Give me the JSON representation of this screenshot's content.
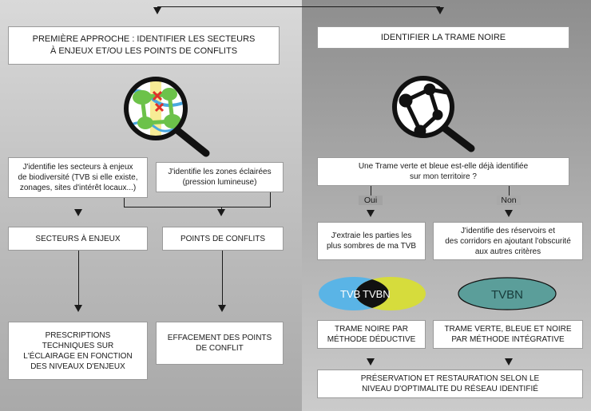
{
  "left": {
    "top_box": "PREMIÈRE APPROCHE : IDENTIFIER LES SECTEURS\nÀ ENJEUX ET/OU LES POINTS DE CONFLITS",
    "box_biodiversity": "J'identifie les secteurs à enjeux\nde biodiversité (TVB si elle existe,\nzonages, sites d'intérêt locaux...)",
    "box_lit_zones": "J'identifie les zones éclairées\n(pression lumineuse)",
    "box_sectors": "SECTEURS À ENJEUX",
    "box_conflict_points": "POINTS DE CONFLITS",
    "box_prescriptions": "PRESCRIPTIONS\nTECHNIQUES SUR\nL'ÉCLAIRAGE EN FONCTION\nDES NIVEAUX D'ENJEUX",
    "box_removal": "EFFACEMENT DES POINTS\nDE CONFLIT"
  },
  "right": {
    "top_box": "IDENTIFIER LA TRAME NOIRE",
    "box_question": "Une Trame verte et bleue est-elle déjà identifiée\nsur mon territoire ?",
    "label_yes": "Oui",
    "label_no": "Non",
    "box_extract": "J'extraie les parties les\nplus sombres de ma TVB",
    "box_identify": "J'identifie des réservoirs et\ndes corridors en ajoutant l'obscurité\naux autres critères",
    "venn_tvb": "TVB",
    "venn_tvbn": "TVBN",
    "ellipse_tvbn": "TVBN",
    "box_deductive": "TRAME NOIRE PAR\nMÉTHODE DÉDUCTIVE",
    "box_integrative": "TRAME VERTE, BLEUE ET NOIRE\nPAR MÉTHODE INTÉGRATIVE",
    "box_preservation": "PRÉSERVATION ET RESTAURATION SELON LE\nNIVEAU D'OPTIMALITE DU RÉSEAU IDENTIFIÉ"
  },
  "colors": {
    "left_bg": "#c4c4c4",
    "right_bg": "#a6a6a6",
    "tvb_blue": "#5ab4e6",
    "tvb_green": "#d6dc3c",
    "tvbn_ellipse": "#5b9e9a",
    "map_green": "#6cc24a",
    "conflict_red": "#e0312a"
  },
  "icons": [
    "magnifier-map-icon",
    "magnifier-network-icon"
  ]
}
